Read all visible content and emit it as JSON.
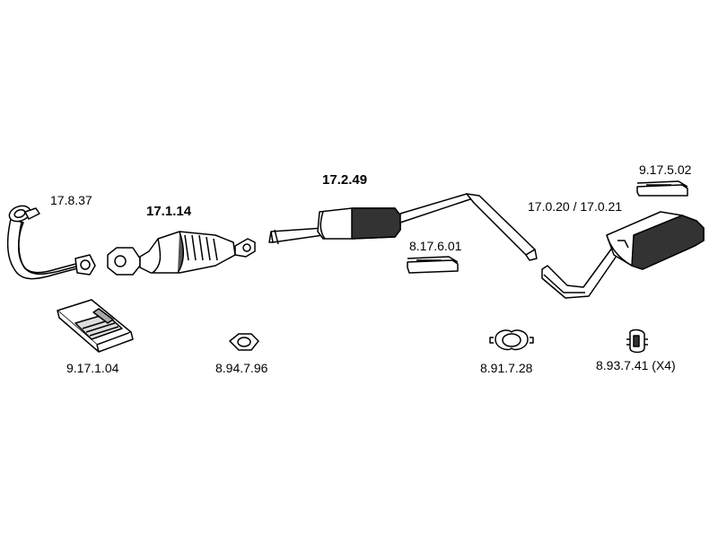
{
  "parts": {
    "front_pipe": "17.8.37",
    "catalytic_converter": "17.1.14",
    "center_silencer": "17.2.49",
    "rear_silencer": "17.0.20 / 17.0.21",
    "rubber_mount_top": "9.17.5.02",
    "rubber_mount_mid": "8.17.6.01",
    "fitting_kit": "9.17.1.04",
    "gasket": "8.94.7.96",
    "clamp": "8.91.7.28",
    "hanger_ring": "8.93.7.41 (X4)"
  }
}
